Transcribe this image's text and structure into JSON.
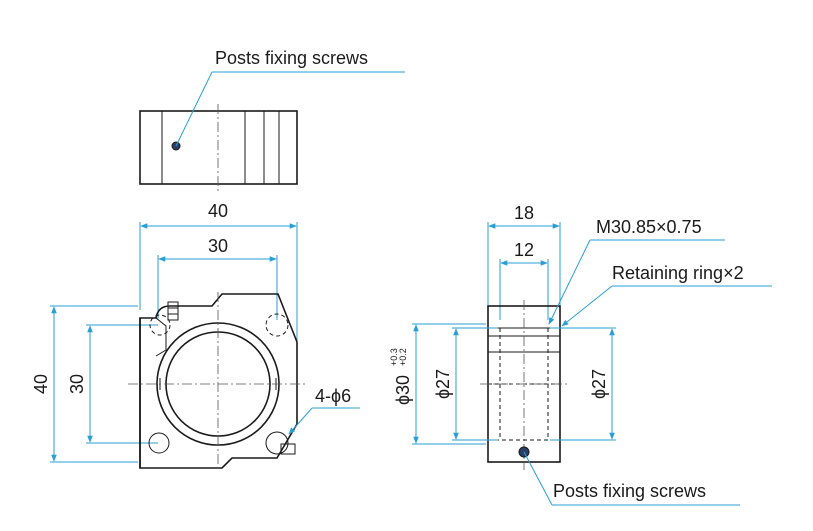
{
  "labels": {
    "posts_fixing_screws_top": "Posts fixing screws",
    "posts_fixing_screws_bottom": "Posts fixing screws",
    "thread": "M30.85×0.75",
    "retaining_ring": "Retaining ring×2",
    "holes": "4-ϕ6"
  },
  "dims": {
    "width_outer": "40",
    "width_inner": "30",
    "height_outer": "40",
    "height_inner": "30",
    "depth_outer": "18",
    "depth_inner": "12",
    "bore_left": "ϕ27",
    "bore_right": "ϕ27",
    "bore_main": "ϕ30",
    "bore_tol_upper": "+0.3",
    "bore_tol_lower": "+0.2"
  },
  "colors": {
    "dimension_line": "#2a9fd6",
    "outline": "#1a1a1a"
  }
}
